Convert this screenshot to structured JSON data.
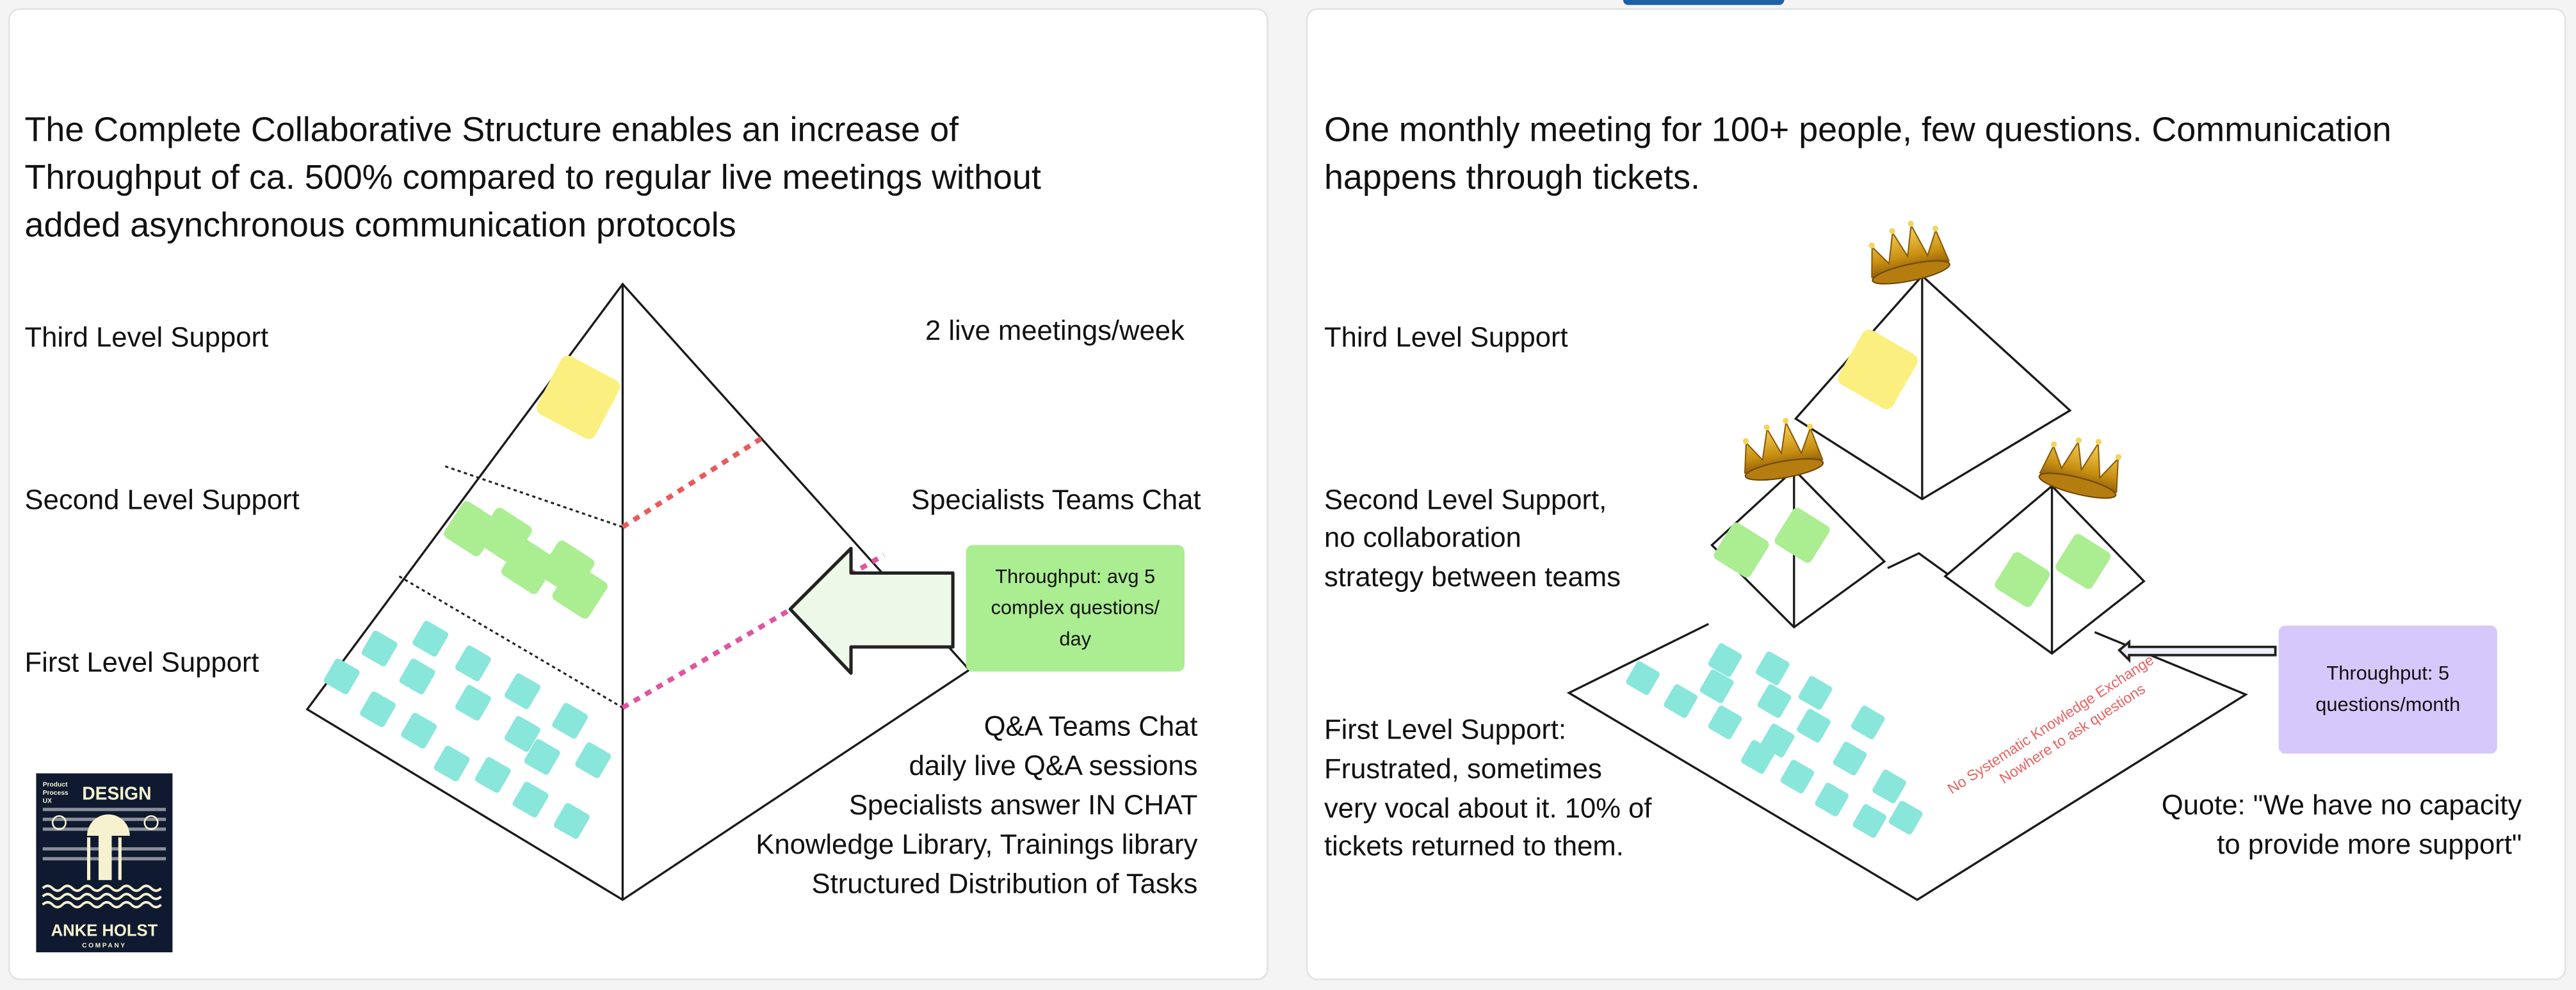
{
  "left_slide": {
    "title_lines": [
      "The Complete Collaborative Structure enables an increase of",
      "Throughput of ca. 500% compared to regular live meetings without",
      "added asynchronous communication protocols"
    ],
    "levels": [
      "Third Level Support",
      "Second Level Support",
      "First Level Support"
    ],
    "meetings": "2 live meetings/week",
    "specialists_chat": "Specialists Teams Chat",
    "throughput_lines": [
      "Throughput: avg 5",
      "complex questions/",
      "day"
    ],
    "practices": [
      "Q&A Teams Chat",
      "daily live Q&A sessions",
      "Specialists answer IN CHAT",
      "Knowledge Library, Trainings library",
      "Structured Distribution of Tasks"
    ],
    "logo": {
      "subtitle_lines": [
        "Product",
        "Process",
        "UX"
      ],
      "title": "DESIGN",
      "name": "ANKE HOLST",
      "company": "COMPANY"
    }
  },
  "right_slide": {
    "title_lines": [
      "One monthly meeting for 100+ people, few questions. Communication",
      "happens through tickets."
    ],
    "third_level": "Third Level Support",
    "second_level_lines": [
      "Second Level Support,",
      "no collaboration",
      "strategy between teams"
    ],
    "first_level_lines": [
      "First Level Support:",
      "Frustrated, sometimes",
      "very vocal about it. 10% of",
      "tickets returned to them."
    ],
    "warning_lines": [
      "No Systematic Knowledge Exchange",
      "Nowhere to ask questions"
    ],
    "throughput_lines": [
      "Throughput: 5",
      "questions/month"
    ],
    "quote_lines": [
      "Quote: \"We have no capacity",
      "to provide more support\""
    ]
  },
  "colors": {
    "yellow_note": "#fbf07f",
    "green_note": "#abed91",
    "teal_note": "#88e6da",
    "purple_note": "#d7c8fb",
    "red_dots": "#ea5a5a",
    "pink_dots": "#e0559e",
    "warning_text": "#e86262",
    "tab_accent": "#1f5fa8"
  }
}
